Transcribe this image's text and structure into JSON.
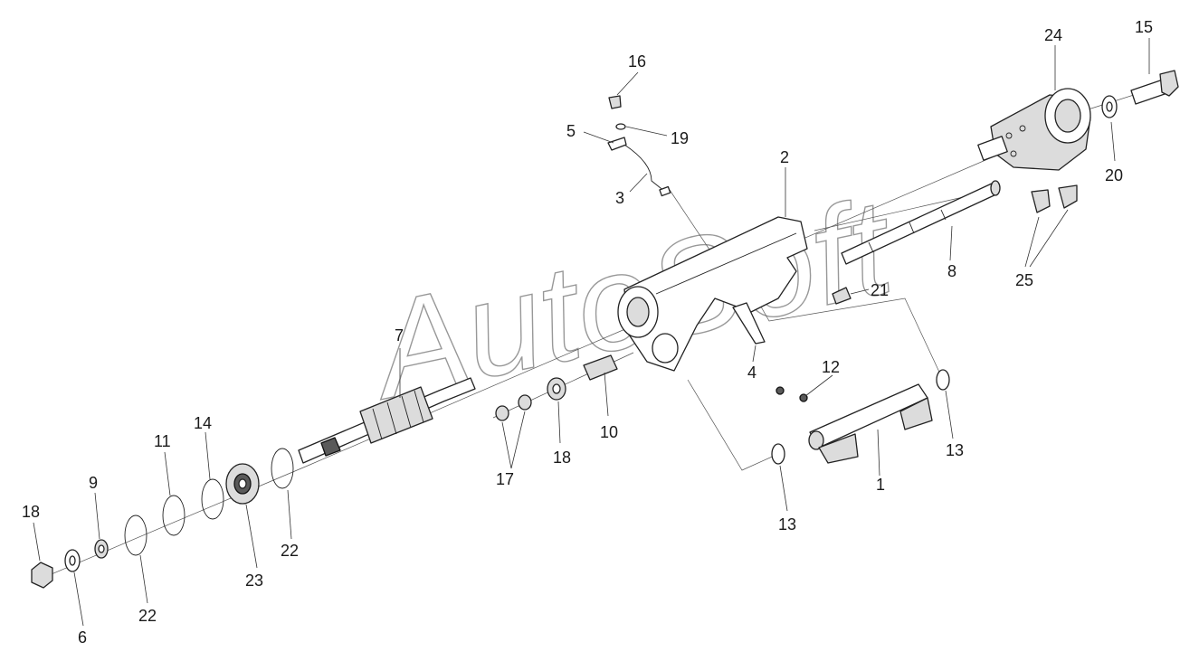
{
  "watermark": "AutoSoft",
  "callouts": {
    "p1": "1",
    "p2": "2",
    "p3": "3",
    "p4": "4",
    "p5": "5",
    "p6": "6",
    "p7": "7",
    "p8": "8",
    "p9": "9",
    "p10": "10",
    "p11": "11",
    "p12": "12",
    "p13a": "13",
    "p13b": "13",
    "p14": "14",
    "p15": "15",
    "p16": "16",
    "p17": "17",
    "p18a": "18",
    "p18b": "18",
    "p19": "19",
    "p20": "20",
    "p21": "21",
    "p22a": "22",
    "p22b": "22",
    "p23": "23",
    "p24": "24",
    "p25": "25"
  }
}
